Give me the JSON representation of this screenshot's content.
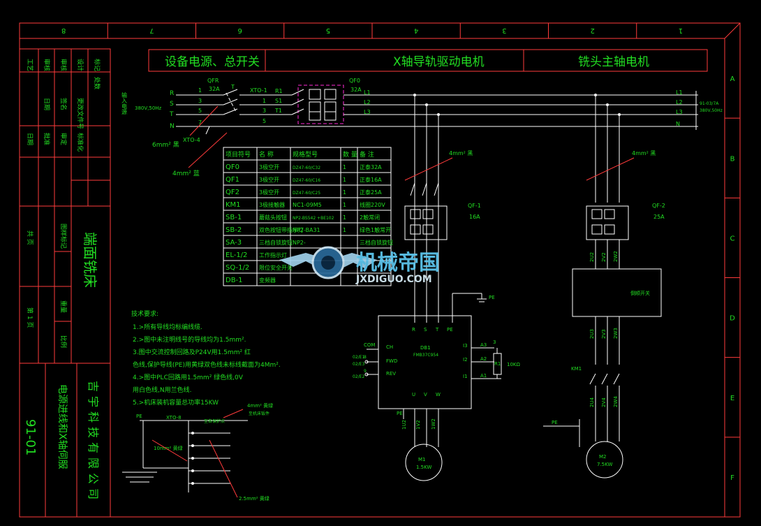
{
  "colors": {
    "frame": "#ff3b3b",
    "wire": "#ffffff",
    "text": "#22dd22",
    "dash": "#ff2bd6",
    "background": "#000000"
  },
  "zone_cols": [
    "8",
    "7",
    "6",
    "5",
    "4",
    "3",
    "2",
    "1"
  ],
  "zone_rows": [
    "A",
    "B",
    "C",
    "D",
    "E",
    "F"
  ],
  "headers": {
    "power": "设备电源、总开关",
    "x_axis": "X轴导轨驱动电机",
    "spindle": "铣头主轴电机"
  },
  "left_block": {
    "row1": [
      "工艺",
      "审核",
      "审核",
      "设计",
      "标记"
    ],
    "row2": [
      "处数",
      "更改文件号",
      "签名",
      "日期"
    ],
    "sign": [
      "日期",
      "批准",
      "审定",
      "标准化"
    ],
    "title_label": "图样标记",
    "weight_label": "重量",
    "scale_label": "比例",
    "sheet_total": "共 页",
    "sheet_no": "第 1 页",
    "drawing_title": "端面铣床",
    "company": "吉宇科技有限公司",
    "doc_title": "电源进线和X轴伺服",
    "drawing_no": "91-01"
  },
  "supply": {
    "input_label": "输入电源",
    "voltage": "380V,50Hz",
    "phases": [
      "R",
      "S",
      "T",
      "N"
    ],
    "nums": [
      "1",
      "3",
      "5",
      "7"
    ],
    "right_phases": [
      "L1",
      "L2",
      "L3",
      "N"
    ],
    "right_note_1": "91-03/7A",
    "right_note_2": "380V,50Hz"
  },
  "breakers": {
    "qfr": "QFR",
    "qfr_rating": "32A",
    "t": "T",
    "xto1": "XTO-1",
    "qf0": "QF0",
    "qf0_rating": "32A",
    "r1": "R1",
    "s1": "S1",
    "t1": "T1",
    "l1": "L1",
    "l2": "L2",
    "l3": "L3",
    "xto4": "XTO-4",
    "wire6": "6mm² 黑",
    "wire4": "4mm² 蓝"
  },
  "parts_table": {
    "headers": [
      "项目符号",
      "名 称",
      "规格型号",
      "数 量",
      "备 注"
    ],
    "rows": [
      [
        "QF0",
        "3极空开",
        "DZ47-60/C32",
        "1",
        "正泰32A"
      ],
      [
        "QF1",
        "3极空开",
        "DZ47-60/C16",
        "1",
        "正泰16A"
      ],
      [
        "QF2",
        "3极空开",
        "DZ47-60/C25",
        "1",
        "正泰25A"
      ],
      [
        "KM1",
        "3极接触器",
        "NC1-09M5",
        "1",
        "线圈220V"
      ],
      [
        "SB-1",
        "蘑菇头按钮",
        "NP2-BS542 +BE102",
        "1",
        "2触常闭"
      ],
      [
        "SB-2",
        "双色按钮带指示灯",
        "NP2-BA31",
        "1",
        "绿色1触常开"
      ],
      [
        "SA-3",
        "三档自锁旋钮",
        "NP2-",
        "",
        "三档自锁旋钮"
      ],
      [
        "EL-1/2",
        "工作指示灯",
        "",
        "",
        ""
      ],
      [
        "SQ-1/2",
        "限位安全开关",
        "",
        "",
        ""
      ],
      [
        "DB-1",
        "变频器",
        "",
        "",
        ""
      ]
    ]
  },
  "tech": {
    "title": "技术要求:",
    "lines": [
      "1.>所有导线均标编线缆.",
      "2.>图中未注明线号的导线均为1.5mm².",
      "3.图中交流控制回路及P24V用1.5mm² 红",
      "色线,保护导线(PE)用黄绿双色线未标线截面为4Mm².",
      "4.>图中PLC回路用1.5mm² 绿色线,0V",
      "用白色线,N用兰色线.",
      "5.>机床装机容量总功率15KW"
    ]
  },
  "ground": {
    "pe": "PE",
    "xto8": "XTO-8",
    "wire4": "4mm² 黄绿",
    "note": "至各保护点",
    "note2": "至机床钣件",
    "wire10": "10mm² 黄绿",
    "wire25": "2.5mm² 黄绿"
  },
  "x_axis": {
    "wire4": "4mm² 黑",
    "qf1": "QF-1",
    "qf1_rating": "16A",
    "pe": "PE",
    "term_rst": [
      "R",
      "S",
      "T",
      "PE"
    ],
    "db_name": "DB1",
    "db_model": "FMB37C954",
    "com": "COM",
    "ch": "CH",
    "fwd": "FWD",
    "rev": "REV",
    "ports": [
      "02/E1",
      "02/E3",
      "02/E2"
    ],
    "port_nums": [
      "8",
      "9"
    ],
    "a_terms": [
      "I3",
      "I2",
      "I1"
    ],
    "a_out": [
      "A3",
      "A2",
      "A1"
    ],
    "a_num": "3",
    "r1": "R1",
    "r1_val": "10KΩ",
    "uvw": [
      "U",
      "V",
      "W"
    ],
    "pe2": "PE",
    "motor_wires": [
      "1U2",
      "1V2",
      "1W2"
    ],
    "motor": "M1",
    "motor_kw": "1.5KW"
  },
  "spindle": {
    "wire4": "4mm² 黑",
    "qf2": "QF-2",
    "qf2_rating": "25A",
    "wires_a": [
      "2U2",
      "2V2",
      "2W2"
    ],
    "switch": "倒顺开关",
    "wires_b": [
      "2U3",
      "2V3",
      "2W3"
    ],
    "km1": "KM1",
    "wires_c": [
      "2U4",
      "2V4",
      "2W4"
    ],
    "pe": "PE",
    "motor": "M2",
    "motor_kw": "7.5KW"
  },
  "watermark": {
    "brand": "机械帝国",
    "url": "JXDIGUO.COM"
  }
}
